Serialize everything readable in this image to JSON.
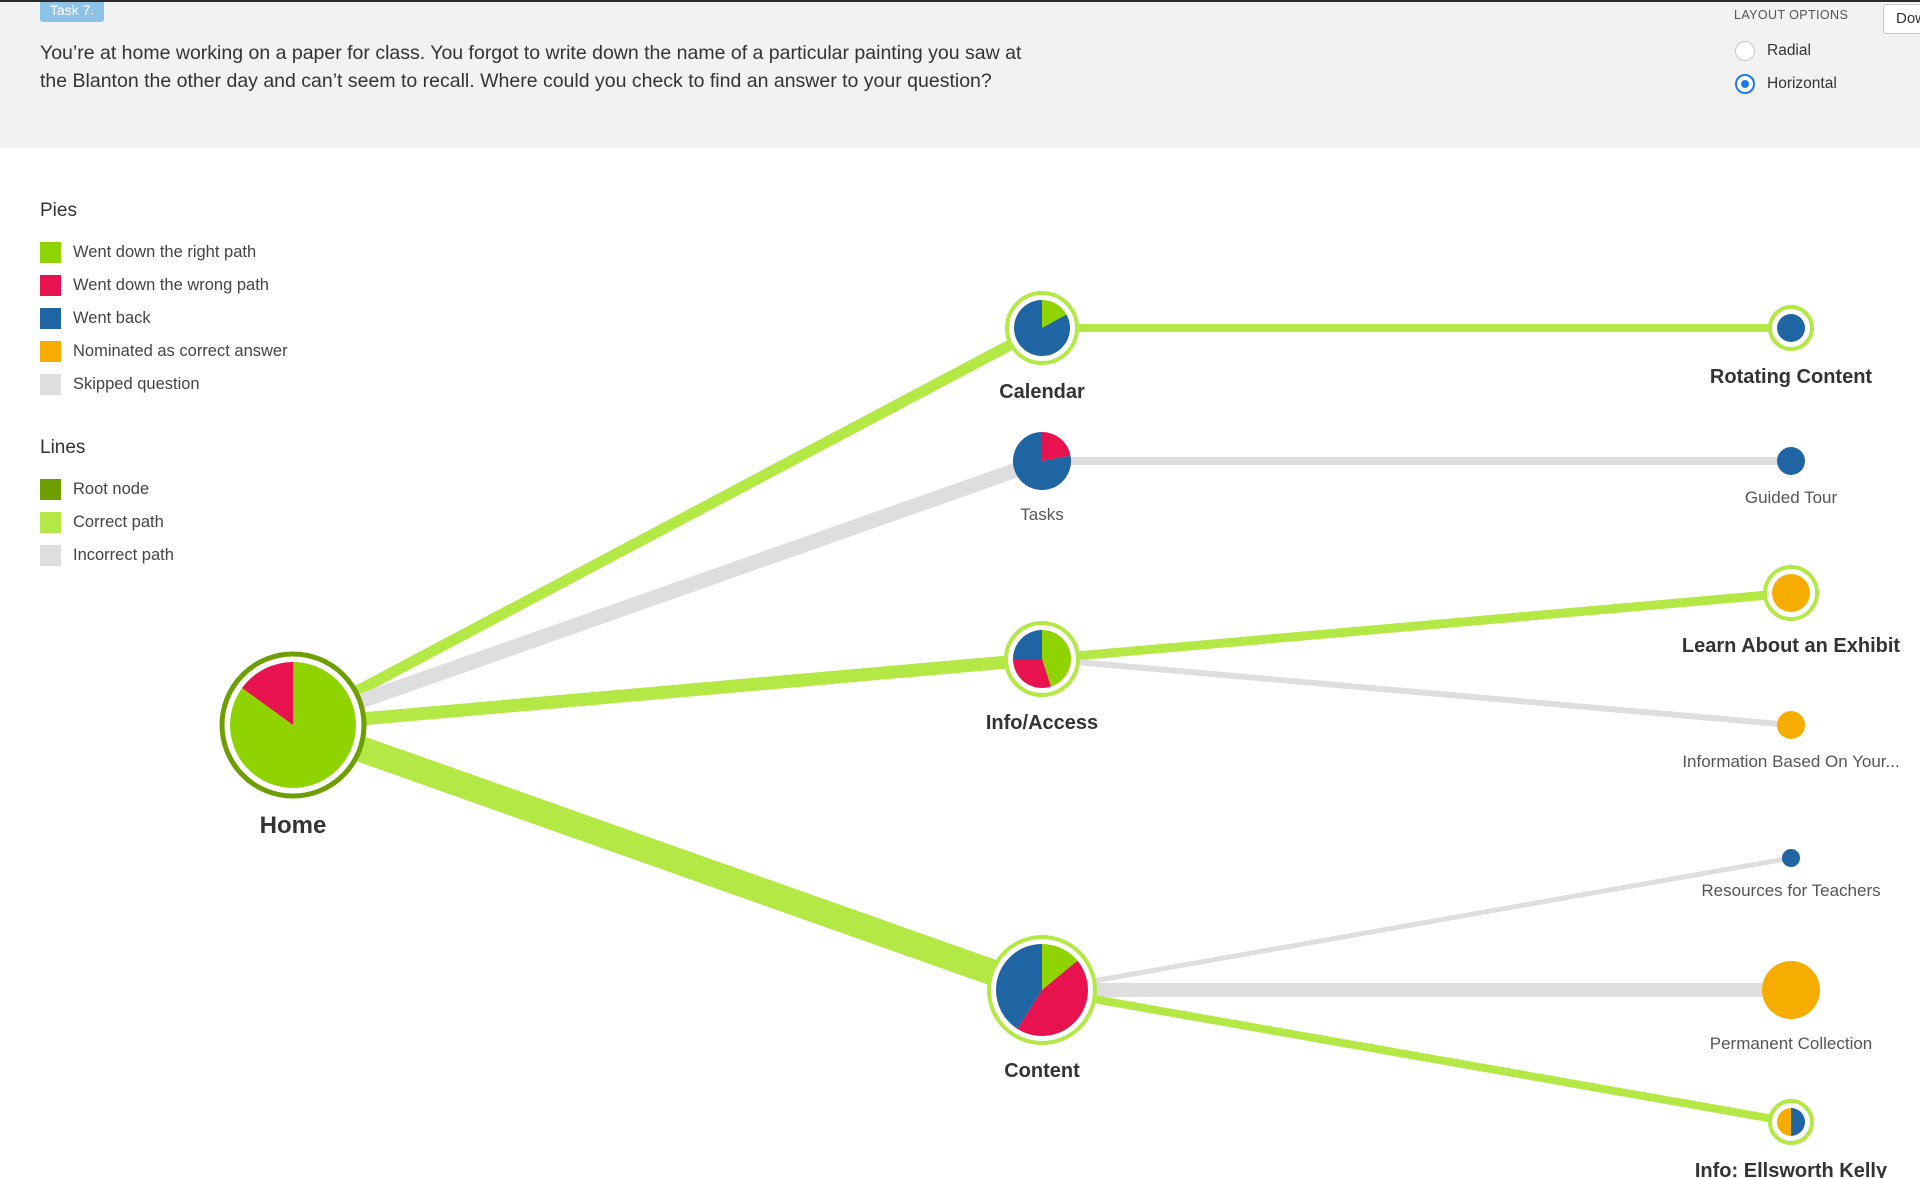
{
  "task": {
    "badge": "Task 7.",
    "question": "You’re at home working on a paper for class. You forgot to write down the name of a particular painting you saw at the Blanton the other day and can’t seem to recall. Where could you check to find an answer to your question?"
  },
  "layout_options": {
    "title": "LAYOUT OPTIONS",
    "options": [
      {
        "label": "Radial",
        "checked": false
      },
      {
        "label": "Horizontal",
        "checked": true
      }
    ]
  },
  "download_button": {
    "label": "Dow"
  },
  "legend": {
    "pies_title": "Pies",
    "pies": [
      {
        "label": "Went down the right path",
        "color": "#8fd400"
      },
      {
        "label": "Went down the wrong path",
        "color": "#e8124f"
      },
      {
        "label": "Went back",
        "color": "#1f64a3"
      },
      {
        "label": "Nominated as correct answer",
        "color": "#f7ad00"
      },
      {
        "label": "Skipped question",
        "color": "#dedede"
      }
    ],
    "lines_title": "Lines",
    "lines": [
      {
        "label": "Root node",
        "color": "#6e9e00"
      },
      {
        "label": "Correct path",
        "color": "#b3e845"
      },
      {
        "label": "Incorrect path",
        "color": "#dedede"
      }
    ]
  },
  "tree": {
    "nodes": [
      {
        "id": "home",
        "label": "Home",
        "bold": true,
        "ring": "root",
        "pie": [
          {
            "k": "right",
            "v": 85
          },
          {
            "k": "wrong",
            "v": 15
          }
        ]
      },
      {
        "id": "calendar",
        "label": "Calendar",
        "bold": true,
        "ring": "correct",
        "pie": [
          {
            "k": "right",
            "v": 17
          },
          {
            "k": "back",
            "v": 83
          }
        ]
      },
      {
        "id": "tasks",
        "label": "Tasks",
        "bold": false,
        "ring": "none",
        "pie": [
          {
            "k": "wrong",
            "v": 22
          },
          {
            "k": "back",
            "v": 78
          }
        ]
      },
      {
        "id": "info_access",
        "label": "Info/Access",
        "bold": true,
        "ring": "correct",
        "pie": [
          {
            "k": "right",
            "v": 45
          },
          {
            "k": "wrong",
            "v": 30
          },
          {
            "k": "back",
            "v": 25
          }
        ]
      },
      {
        "id": "content",
        "label": "Content",
        "bold": true,
        "ring": "correct",
        "pie": [
          {
            "k": "right",
            "v": 14
          },
          {
            "k": "wrong",
            "v": 45
          },
          {
            "k": "back",
            "v": 41
          }
        ]
      },
      {
        "id": "rotating",
        "label": "Rotating Content",
        "bold": true,
        "ring": "correct",
        "pie": [
          {
            "k": "back",
            "v": 100
          }
        ]
      },
      {
        "id": "guided",
        "label": "Guided Tour",
        "bold": false,
        "ring": "none",
        "pie": [
          {
            "k": "back",
            "v": 100
          }
        ]
      },
      {
        "id": "learn",
        "label": "Learn About an Exhibit",
        "bold": true,
        "ring": "correct",
        "pie": [
          {
            "k": "nominated",
            "v": 100
          }
        ]
      },
      {
        "id": "infobased",
        "label": "Information Based On Your...",
        "bold": false,
        "ring": "none",
        "pie": [
          {
            "k": "nominated",
            "v": 100
          }
        ]
      },
      {
        "id": "teachers",
        "label": "Resources for Teachers",
        "bold": false,
        "ring": "none",
        "pie": [
          {
            "k": "back",
            "v": 100
          }
        ]
      },
      {
        "id": "permanent",
        "label": "Permanent Collection",
        "bold": false,
        "ring": "none",
        "pie": [
          {
            "k": "nominated",
            "v": 100
          }
        ]
      },
      {
        "id": "ellsworth",
        "label": "Info: Ellsworth Kelly",
        "bold": true,
        "ring": "correct",
        "pie": [
          {
            "k": "back",
            "v": 50
          },
          {
            "k": "nominated",
            "v": 50
          }
        ]
      }
    ],
    "links": [
      {
        "from": "home",
        "to": "calendar",
        "type": "correct"
      },
      {
        "from": "home",
        "to": "tasks",
        "type": "incorrect"
      },
      {
        "from": "home",
        "to": "info_access",
        "type": "correct"
      },
      {
        "from": "home",
        "to": "content",
        "type": "correct"
      },
      {
        "from": "calendar",
        "to": "rotating",
        "type": "correct"
      },
      {
        "from": "tasks",
        "to": "guided",
        "type": "incorrect"
      },
      {
        "from": "info_access",
        "to": "learn",
        "type": "correct"
      },
      {
        "from": "info_access",
        "to": "infobased",
        "type": "incorrect"
      },
      {
        "from": "content",
        "to": "teachers",
        "type": "incorrect"
      },
      {
        "from": "content",
        "to": "permanent",
        "type": "incorrect"
      },
      {
        "from": "content",
        "to": "ellsworth",
        "type": "correct"
      }
    ]
  }
}
